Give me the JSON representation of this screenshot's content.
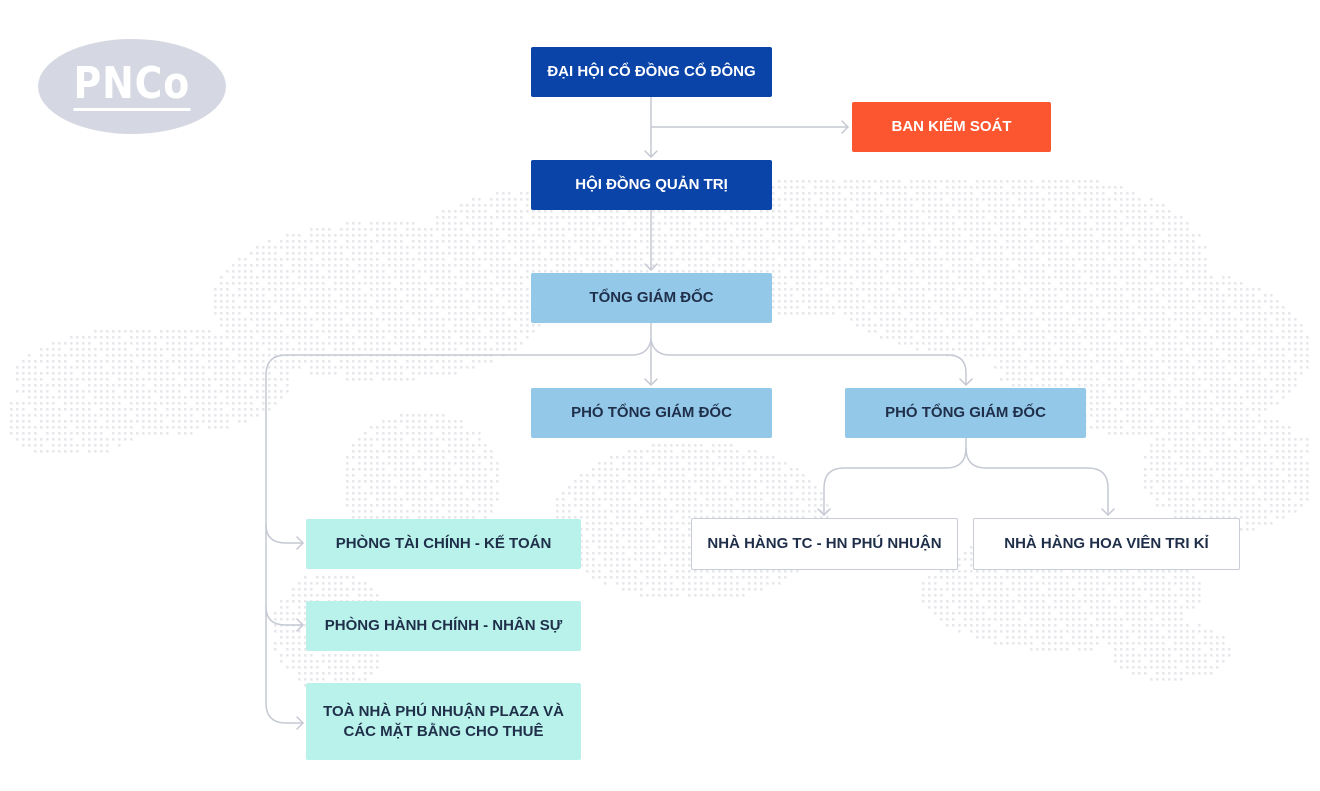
{
  "logo": {
    "text": "PNCo"
  },
  "nodes": {
    "shareholders": "ĐẠI HỘI CỔ ĐỒNG CỔ ĐÔNG",
    "supervisory": "BAN KIỂM SOÁT",
    "board": "HỘI ĐỒNG QUẢN TRỊ",
    "ceo": "TỔNG GIÁM ĐỐC",
    "deputy_ceo_1": "PHÓ TỔNG GIÁM ĐỐC",
    "deputy_ceo_2": "PHÓ TỔNG GIÁM ĐỐC",
    "finance": "PHÒNG TÀI CHÍNH - KẾ TOÁN",
    "admin_hr": "PHÒNG HÀNH CHÍNH - NHÂN SỰ",
    "plaza": "TOÀ NHÀ PHÚ NHUẬN PLAZA VÀ CÁC MẶT BẰNG CHO THUÊ",
    "restaurant_tc": "NHÀ HÀNG TC - HN PHÚ NHUẬN",
    "restaurant_hoavien": "NHÀ HÀNG HOA VIÊN TRI KỈ"
  },
  "colors": {
    "dark_blue": "#0b44a8",
    "orange": "#fc5630",
    "light_blue": "#93c8e8",
    "mint": "#b9f2ea",
    "connector": "#c5c9d3"
  }
}
